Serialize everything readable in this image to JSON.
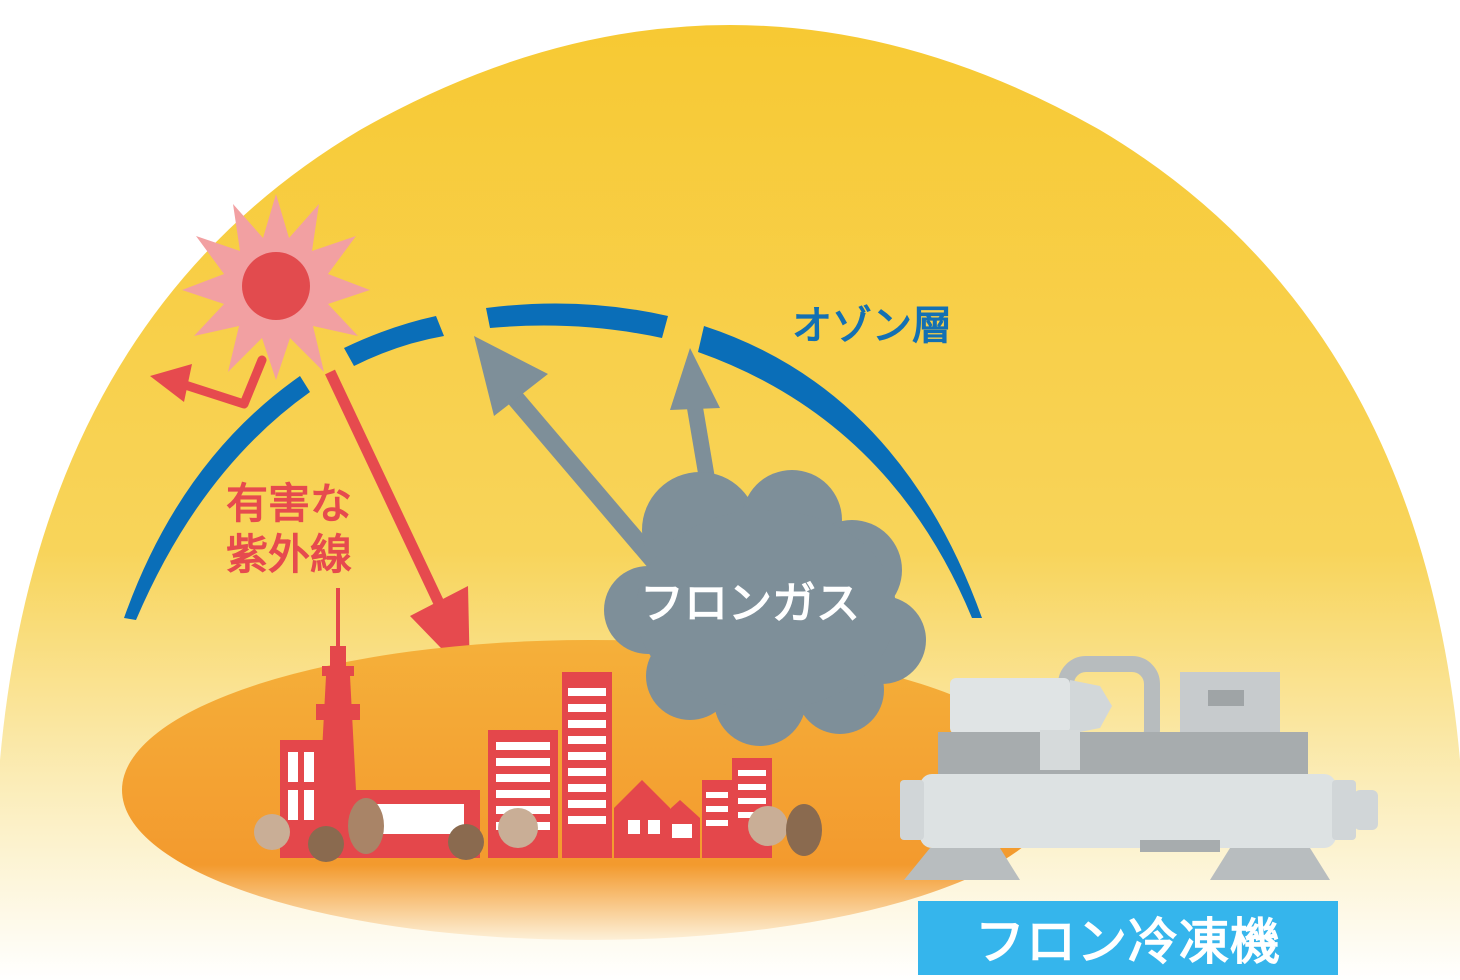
{
  "labels": {
    "ozone_layer": "オゾン層",
    "uv_line1": "有害な",
    "uv_line2": "紫外線",
    "freon_gas": "フロンガス",
    "freon_chiller": "フロン冷凍機"
  },
  "colors": {
    "dome_top": "#F7C933",
    "dome_bottom": "#FFFFFF",
    "ozone": "#0A6EB8",
    "ozone_text": "#1370B3",
    "sun_core": "#E24B4E",
    "sun_rays": "#F2A0A2",
    "uv_arrow": "#E64A4E",
    "gas_cloud": "#7E8F99",
    "ground": "#F39A2E",
    "buildings": "#E4474B",
    "chiller": "#D8DDDF",
    "label_box": "#35B5EC"
  }
}
